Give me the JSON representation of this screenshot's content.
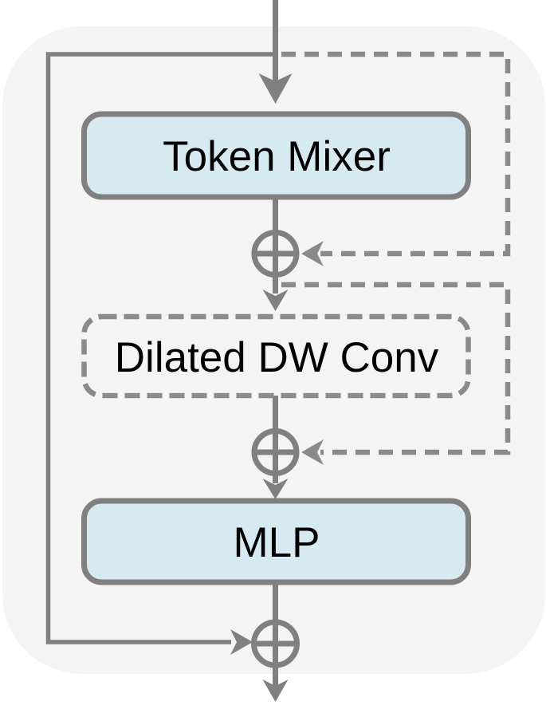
{
  "diagram": {
    "kind": "neural-network-block-flow-diagram",
    "blocks": [
      {
        "id": "token_mixer",
        "label": "Token Mixer",
        "fill": "#D8EAF1",
        "border_style": "solid"
      },
      {
        "id": "dilated_dw_conv",
        "label": "Dilated DW Conv",
        "fill": "#F8CBAD",
        "border_style": "dashed"
      },
      {
        "id": "mlp",
        "label": "MLP",
        "fill": "#D8EAF1",
        "border_style": "solid"
      }
    ],
    "operators": [
      {
        "id": "add_after_token_mixer",
        "icon": "circled-plus"
      },
      {
        "id": "add_after_dilated_dw_conv",
        "icon": "circled-plus"
      },
      {
        "id": "add_after_mlp",
        "icon": "circled-plus"
      }
    ],
    "connections": [
      {
        "from": "input",
        "to": "token_mixer",
        "style": "solid"
      },
      {
        "from": "input-branch",
        "to": "add_after_token_mixer",
        "style": "dashed"
      },
      {
        "from": "token_mixer_output",
        "to": "add_after_dilated_dw_conv",
        "style": "dashed"
      },
      {
        "from": "input-branch",
        "to": "add_after_mlp",
        "style": "solid"
      },
      {
        "from": "add_after_mlp",
        "to": "output",
        "style": "solid"
      }
    ],
    "colors": {
      "panel_background": "#F4F4F4",
      "solid_line": "#808080",
      "dashed_line": "#8A8A8A",
      "text": "#000000"
    }
  }
}
